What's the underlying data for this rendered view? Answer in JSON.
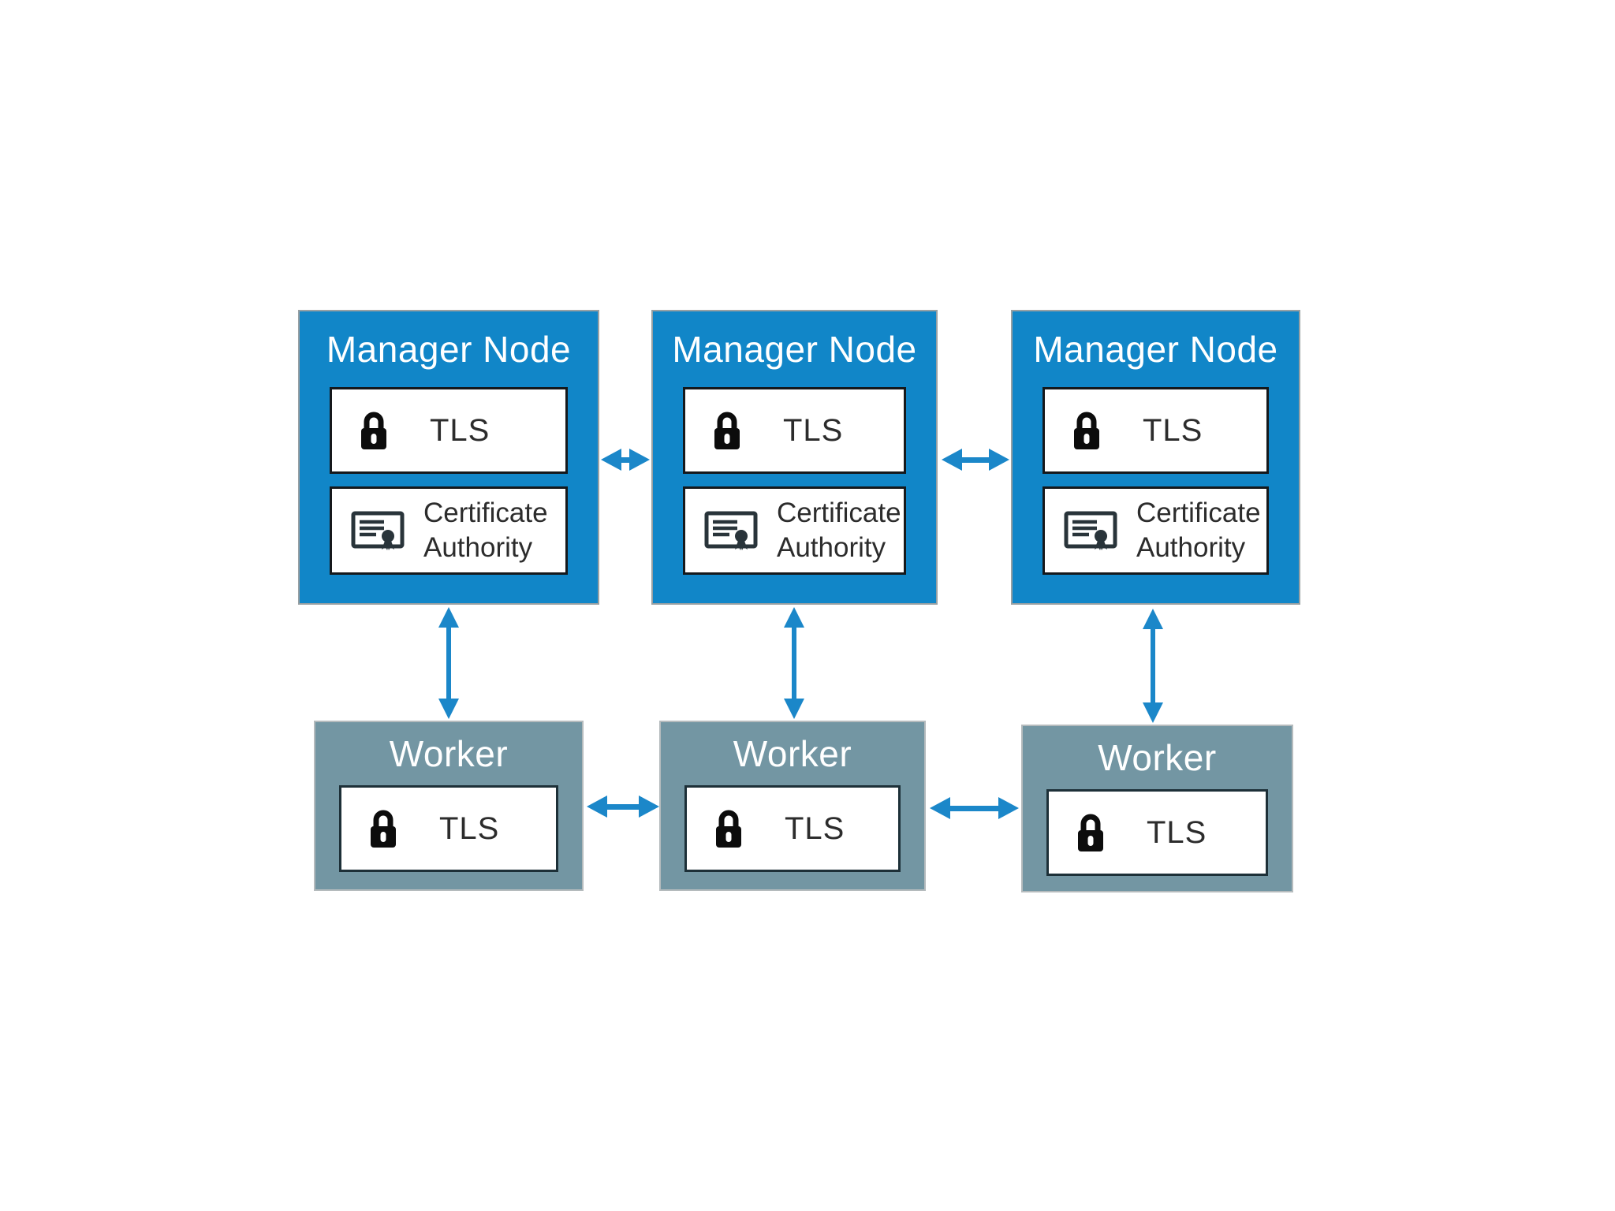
{
  "colors": {
    "manager-fill": "#1186c8",
    "manager-border": "#98a0a3",
    "worker-fill": "#7396a3",
    "worker-border": "#b5bbbd",
    "inner-box-bg": "#ffffff",
    "inner-border-manager": "#15181b",
    "inner-border-worker": "#1d3038",
    "arrow-color": "#1b87c9",
    "title-text": "#ffffff",
    "label-text": "#2c2c2c",
    "lock-icon-color": "#0c0c0c",
    "certificate-icon-color": "#29343a"
  },
  "icons": {
    "lock": "lock-icon",
    "certificate": "certificate-icon"
  },
  "managers": [
    {
      "title": "Manager Node",
      "tls": {
        "icon": "lock-icon",
        "label": "TLS"
      },
      "ca": {
        "icon": "certificate-icon",
        "label": "Certificate Authority"
      }
    },
    {
      "title": "Manager Node",
      "tls": {
        "icon": "lock-icon",
        "label": "TLS"
      },
      "ca": {
        "icon": "certificate-icon",
        "label": "Certificate Authority"
      }
    },
    {
      "title": "Manager Node",
      "tls": {
        "icon": "lock-icon",
        "label": "TLS"
      },
      "ca": {
        "icon": "certificate-icon",
        "label": "Certificate Authority"
      }
    }
  ],
  "workers": [
    {
      "title": "Worker",
      "tls": {
        "icon": "lock-icon",
        "label": "TLS"
      }
    },
    {
      "title": "Worker",
      "tls": {
        "icon": "lock-icon",
        "label": "TLS"
      }
    },
    {
      "title": "Worker",
      "tls": {
        "icon": "lock-icon",
        "label": "TLS"
      }
    }
  ],
  "connections": [
    {
      "from": "manager-1",
      "to": "manager-2",
      "direction": "bidirectional",
      "orientation": "horizontal"
    },
    {
      "from": "manager-2",
      "to": "manager-3",
      "direction": "bidirectional",
      "orientation": "horizontal"
    },
    {
      "from": "manager-1",
      "to": "worker-1",
      "direction": "bidirectional",
      "orientation": "vertical"
    },
    {
      "from": "manager-2",
      "to": "worker-2",
      "direction": "bidirectional",
      "orientation": "vertical"
    },
    {
      "from": "manager-3",
      "to": "worker-3",
      "direction": "bidirectional",
      "orientation": "vertical"
    },
    {
      "from": "worker-1",
      "to": "worker-2",
      "direction": "bidirectional",
      "orientation": "horizontal"
    },
    {
      "from": "worker-2",
      "to": "worker-3",
      "direction": "bidirectional",
      "orientation": "horizontal"
    }
  ]
}
